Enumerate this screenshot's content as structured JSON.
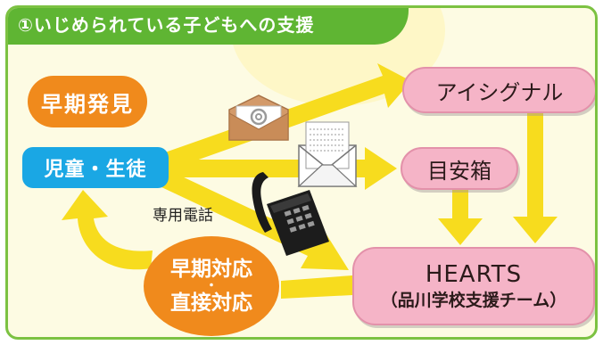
{
  "title": "①いじめられている子どもへの支援",
  "badge_early": "早期発見",
  "student": "児童・生徒",
  "aisignal": "アイシグナル",
  "meyasu": "目安箱",
  "phone_label": "専用電話",
  "hearts": {
    "name": "HEARTS",
    "subtitle": "（品川学校支援チーム）"
  },
  "response": {
    "line1": "早期対応",
    "separator": "・",
    "line2": "直接対応"
  },
  "icons": [
    "email-icon",
    "letter-icon",
    "telephone-icon"
  ],
  "colors": {
    "panel_bg": "#fdfbe3",
    "title_green": "#5fb533",
    "orange": "#f08a1c",
    "blue": "#1aa7e4",
    "pink": "#f5b4c7",
    "arrow_yellow": "#f7dc1e"
  }
}
